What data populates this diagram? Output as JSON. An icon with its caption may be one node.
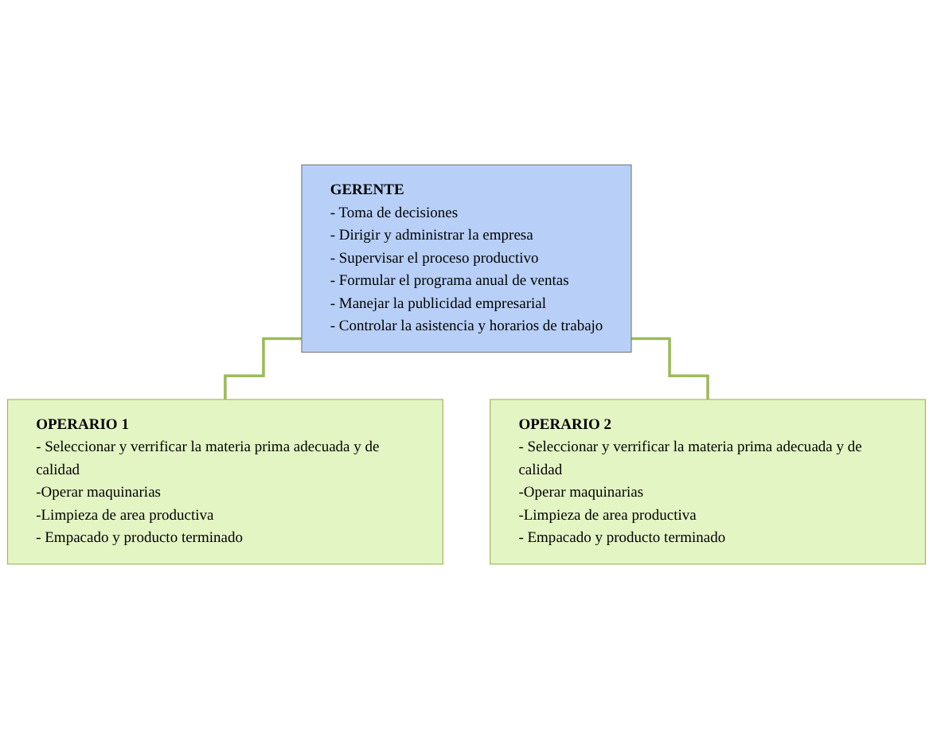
{
  "diagram": {
    "nodes": [
      {
        "text": [
          "GERENTE",
          "- Toma de decisiones",
          "- Dirigir y administrar la empresa",
          "- Supervisar el proceso productivo",
          "- Formular el programa anual de ventas",
          "- Manejar la publicidad empresarial",
          "- Controlar la asistencia y horarios de trabajo"
        ]
      },
      {
        "text": [
          "OPERARIO 1",
          "- Seleccionar y verrificar la materia prima adecuada y de calidad",
          "-Operar maquinarias",
          "-Limpieza de area productiva",
          "- Empacado y producto terminado"
        ]
      },
      {
        "text": [
          "OPERARIO 2",
          "- Seleccionar y verrificar la materia prima adecuada y de calidad",
          "-Operar maquinarias",
          "-Limpieza de area productiva",
          "- Empacado y producto terminado"
        ]
      }
    ],
    "edges": [
      {
        "from": 0,
        "to": 1,
        "arrow": "none"
      },
      {
        "from": 0,
        "to": 2,
        "arrow": "none"
      }
    ]
  }
}
